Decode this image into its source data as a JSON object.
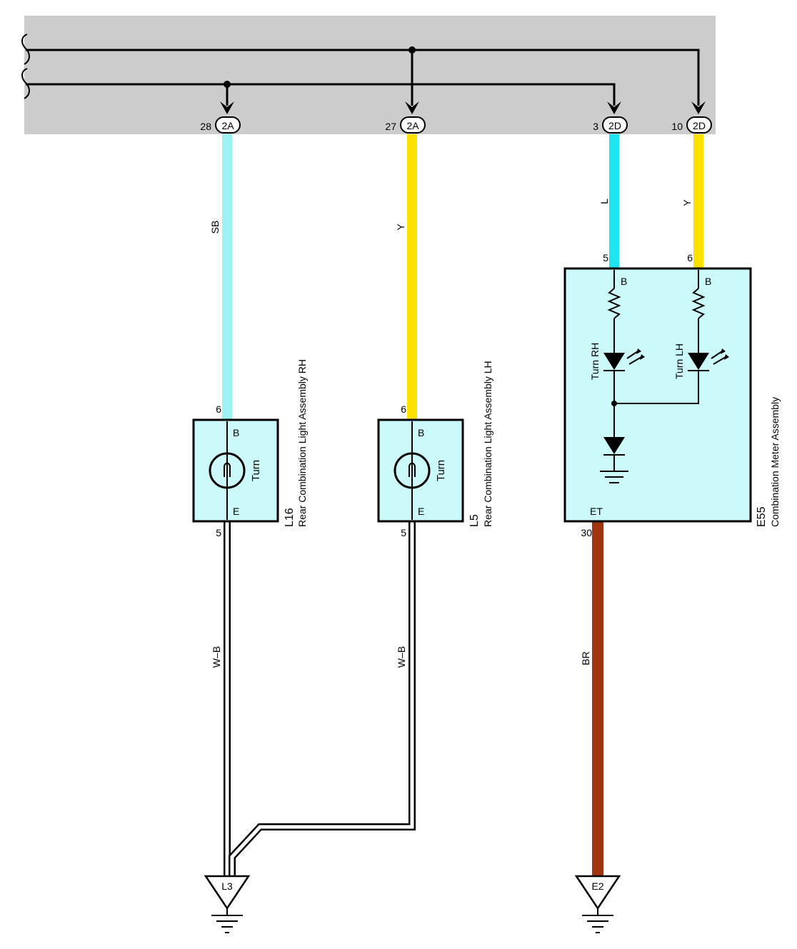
{
  "colors": {
    "bus_background": "#cccccc",
    "wire_light_blue": "#9df2f2",
    "wire_blue": "#1ee3f2",
    "wire_yellow": "#ffe100",
    "wire_brown": "#a0340f",
    "component_fill": "#ccfafa"
  },
  "connectors": [
    {
      "pin": "28",
      "label": "2A"
    },
    {
      "pin": "27",
      "label": "2A"
    },
    {
      "pin": "3",
      "label": "2D"
    },
    {
      "pin": "10",
      "label": "2D"
    }
  ],
  "wires": [
    {
      "code": "SB",
      "color_name": "sky blue"
    },
    {
      "code": "Y"
    },
    {
      "code": "L"
    },
    {
      "code": "Y"
    },
    {
      "code": "W–B"
    },
    {
      "code": "W–B"
    },
    {
      "code": "BR"
    }
  ],
  "components": {
    "rh": {
      "id": "L16",
      "name": "Rear Combination Light Assembly RH",
      "pin_top": "6",
      "pin_bottom": "5",
      "term_top": "B",
      "term_bottom": "E",
      "element": "Turn"
    },
    "lh": {
      "id": "L5",
      "name": "Rear Combination Light Assembly LH",
      "pin_top": "6",
      "pin_bottom": "5",
      "term_top": "B",
      "term_bottom": "E",
      "element": "Turn"
    },
    "meter": {
      "id": "E55",
      "name": "Combination Meter Assembly",
      "pin_left": "5",
      "pin_right": "6",
      "pin_bottom": "30",
      "term_left": "B",
      "term_right": "B",
      "term_bottom": "ET",
      "indicator_rh": "Turn RH",
      "indicator_lh": "Turn LH"
    }
  },
  "grounds": [
    {
      "id": "L3"
    },
    {
      "id": "E2"
    }
  ]
}
